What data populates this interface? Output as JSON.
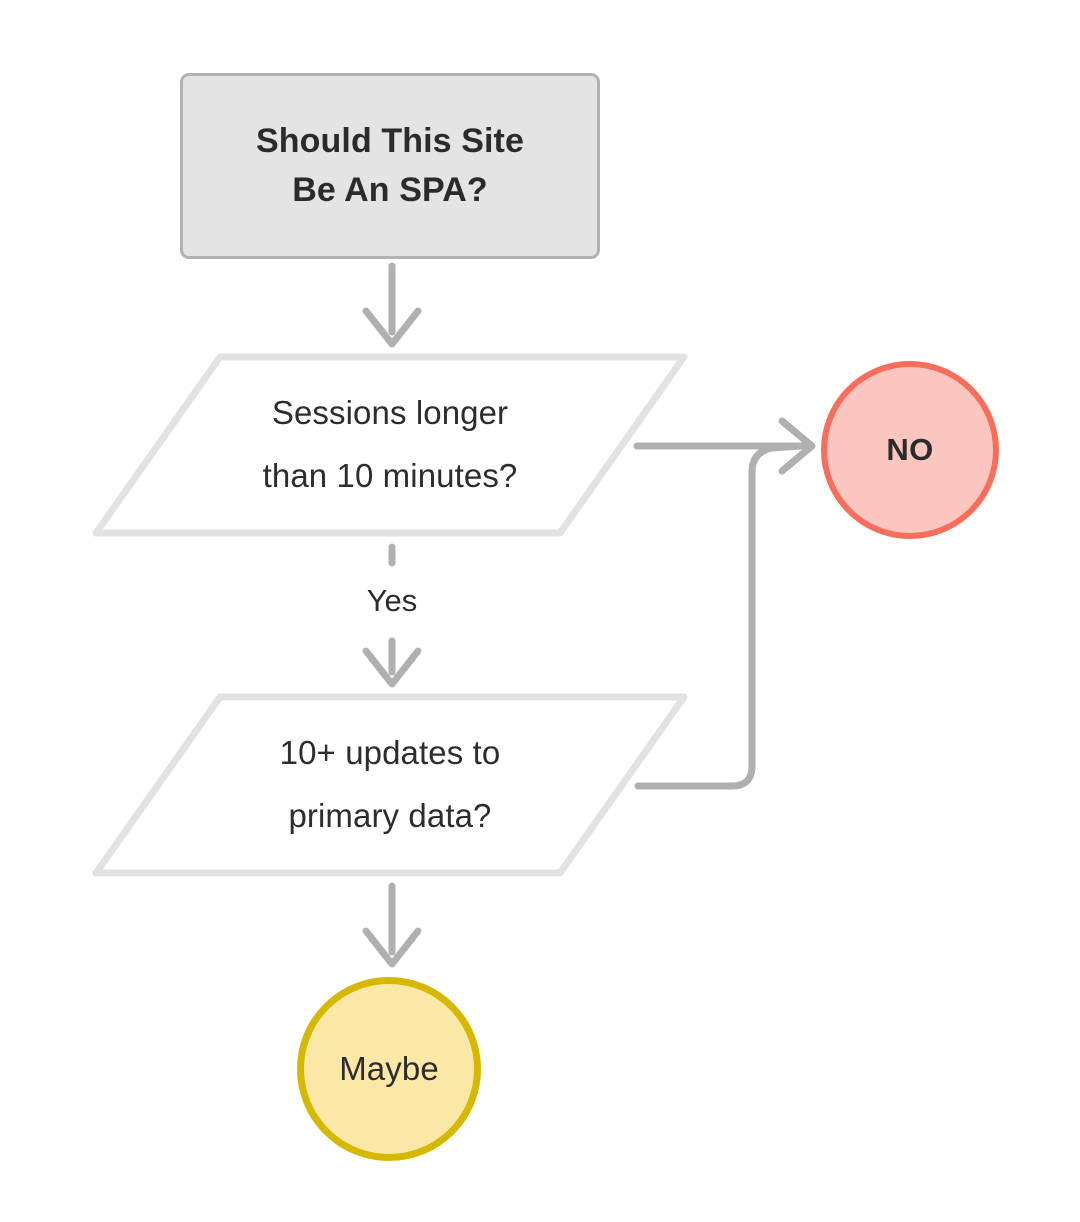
{
  "diagram": {
    "title": "Should This Site Be An SPA?",
    "background_color": "#ffffff",
    "nodes": {
      "start": {
        "id": "start",
        "shape": "rounded-rectangle",
        "text": "Should This Site\nBe An SPA?",
        "line1": "Should This Site",
        "line2": "Be An SPA?",
        "fill_color": "#e4e4e4",
        "border_color": "#b2b2b2",
        "text_color": "#2b2b2b"
      },
      "decision1": {
        "id": "decision1",
        "shape": "parallelogram",
        "text": "Sessions longer than 10 minutes?",
        "line1": "Sessions longer",
        "line2": "than 10 minutes?",
        "fill_color": "#ffffff",
        "border_color": "#e2e2e2",
        "text_color": "#2d2d2d"
      },
      "decision2": {
        "id": "decision2",
        "shape": "parallelogram",
        "text": "10+ updates to primary data?",
        "line1": "10+ updates to",
        "line2": "primary data?",
        "fill_color": "#ffffff",
        "border_color": "#e2e2e2",
        "text_color": "#2d2d2d"
      },
      "no": {
        "id": "no",
        "shape": "circle",
        "text": "NO",
        "fill_color": "#fcc6c0",
        "border_color": "#f96d5b",
        "text_color": "#2b2b2b"
      },
      "maybe": {
        "id": "maybe",
        "shape": "circle",
        "text": "Maybe",
        "fill_color": "#fbe8a6",
        "border_color": "#d6b800",
        "text_color": "#2d2d2d"
      }
    },
    "edges": [
      {
        "id": "edge-start-to-decision1",
        "from": "start",
        "to": "decision1",
        "label": "",
        "style": "solid-arrow",
        "color": "#b0b0b0"
      },
      {
        "id": "edge-decision1-to-no",
        "from": "decision1",
        "to": "no",
        "label": "",
        "style": "solid-arrow",
        "color": "#b0b0b0"
      },
      {
        "id": "edge-decision1-to-decision2",
        "from": "decision1",
        "to": "decision2",
        "label": "Yes",
        "style": "solid-arrow",
        "color": "#b0b0b0"
      },
      {
        "id": "edge-decision2-to-no",
        "from": "decision2",
        "to": "no",
        "label": "",
        "style": "elbow-arrow",
        "color": "#b0b0b0"
      },
      {
        "id": "edge-decision2-to-maybe",
        "from": "decision2",
        "to": "maybe",
        "label": "",
        "style": "solid-arrow",
        "color": "#b0b0b0"
      }
    ]
  }
}
